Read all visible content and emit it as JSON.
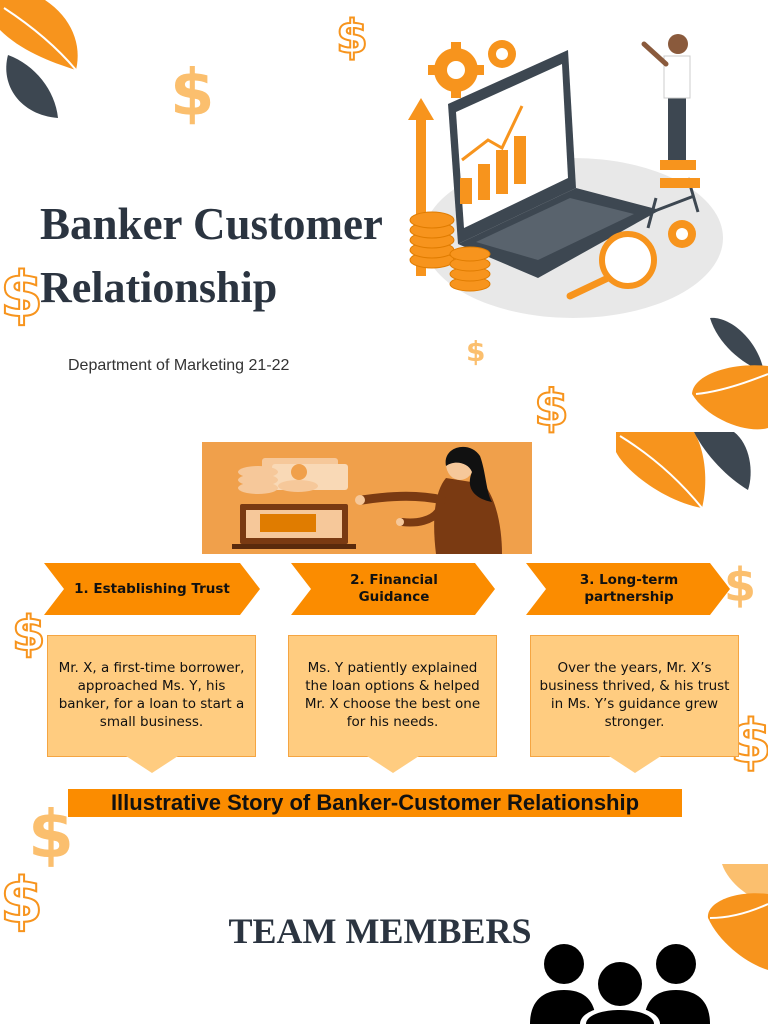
{
  "header": {
    "title_line1": "Banker Customer",
    "title_line2": "Relationship",
    "subtitle": "Department of Marketing 21-22"
  },
  "steps": [
    {
      "label": "1. Establishing Trust",
      "text": "Mr. X, a first-time borrower, approached Ms. Y, his banker, for a loan to start a small business."
    },
    {
      "label": "2. Financial Guidance",
      "text": "Ms. Y patiently explained the loan options & helped Mr. X choose the best one for his needs."
    },
    {
      "label": "3. Long-term partnership",
      "text": "Over the years, Mr. X’s business thrived, & his trust in Ms. Y’s guidance grew stronger."
    }
  ],
  "story_heading": "Illustrative Story of Banker-Customer Relationship",
  "team_heading": "TEAM MEMBERS",
  "icons": {
    "decor": "dollar-sign-icon",
    "leaf": "leaf-icon",
    "hero": "laptop-growth-chart-illustration",
    "team": "team-people-icon"
  },
  "colors": {
    "accent": "#fb8c00",
    "accent_light": "#ffcc80",
    "dark": "#2b3440",
    "dollar": "#fbbf6e"
  }
}
